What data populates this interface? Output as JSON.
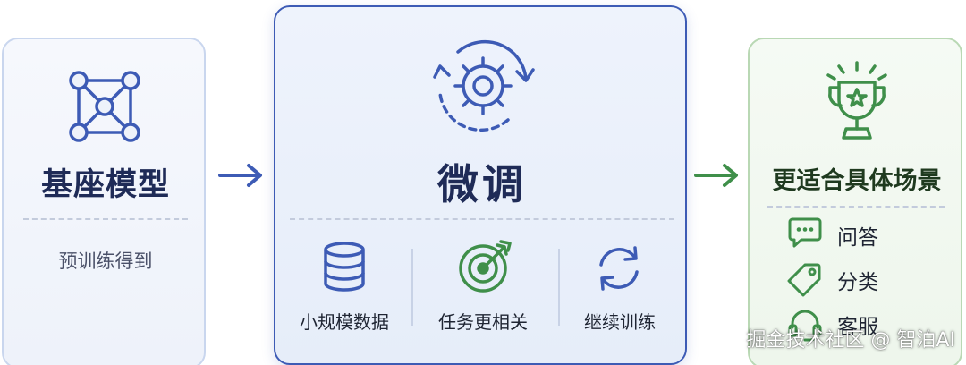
{
  "base_model": {
    "title": "基座模型",
    "subtitle": "预训练得到",
    "icon": "network-nodes-icon"
  },
  "fine_tuning": {
    "title": "微调",
    "icon": "gear-cycle-icon",
    "features": [
      {
        "label": "小规模数据",
        "icon": "database-icon"
      },
      {
        "label": "任务更相关",
        "icon": "target-icon"
      },
      {
        "label": "继续训练",
        "icon": "refresh-icon"
      }
    ]
  },
  "application": {
    "title": "更适合具体场景",
    "icon": "trophy-icon",
    "items": [
      {
        "label": "问答",
        "icon": "chat-bubble-icon"
      },
      {
        "label": "分类",
        "icon": "tag-icon"
      },
      {
        "label": "客服",
        "icon": "headset-icon"
      }
    ]
  },
  "watermark": "掘金技术社区 @ 智泊AI",
  "colors": {
    "blue_accent": "#3d5bb5",
    "green_accent": "#3f8f4a",
    "dark_text": "#1f2b57"
  }
}
